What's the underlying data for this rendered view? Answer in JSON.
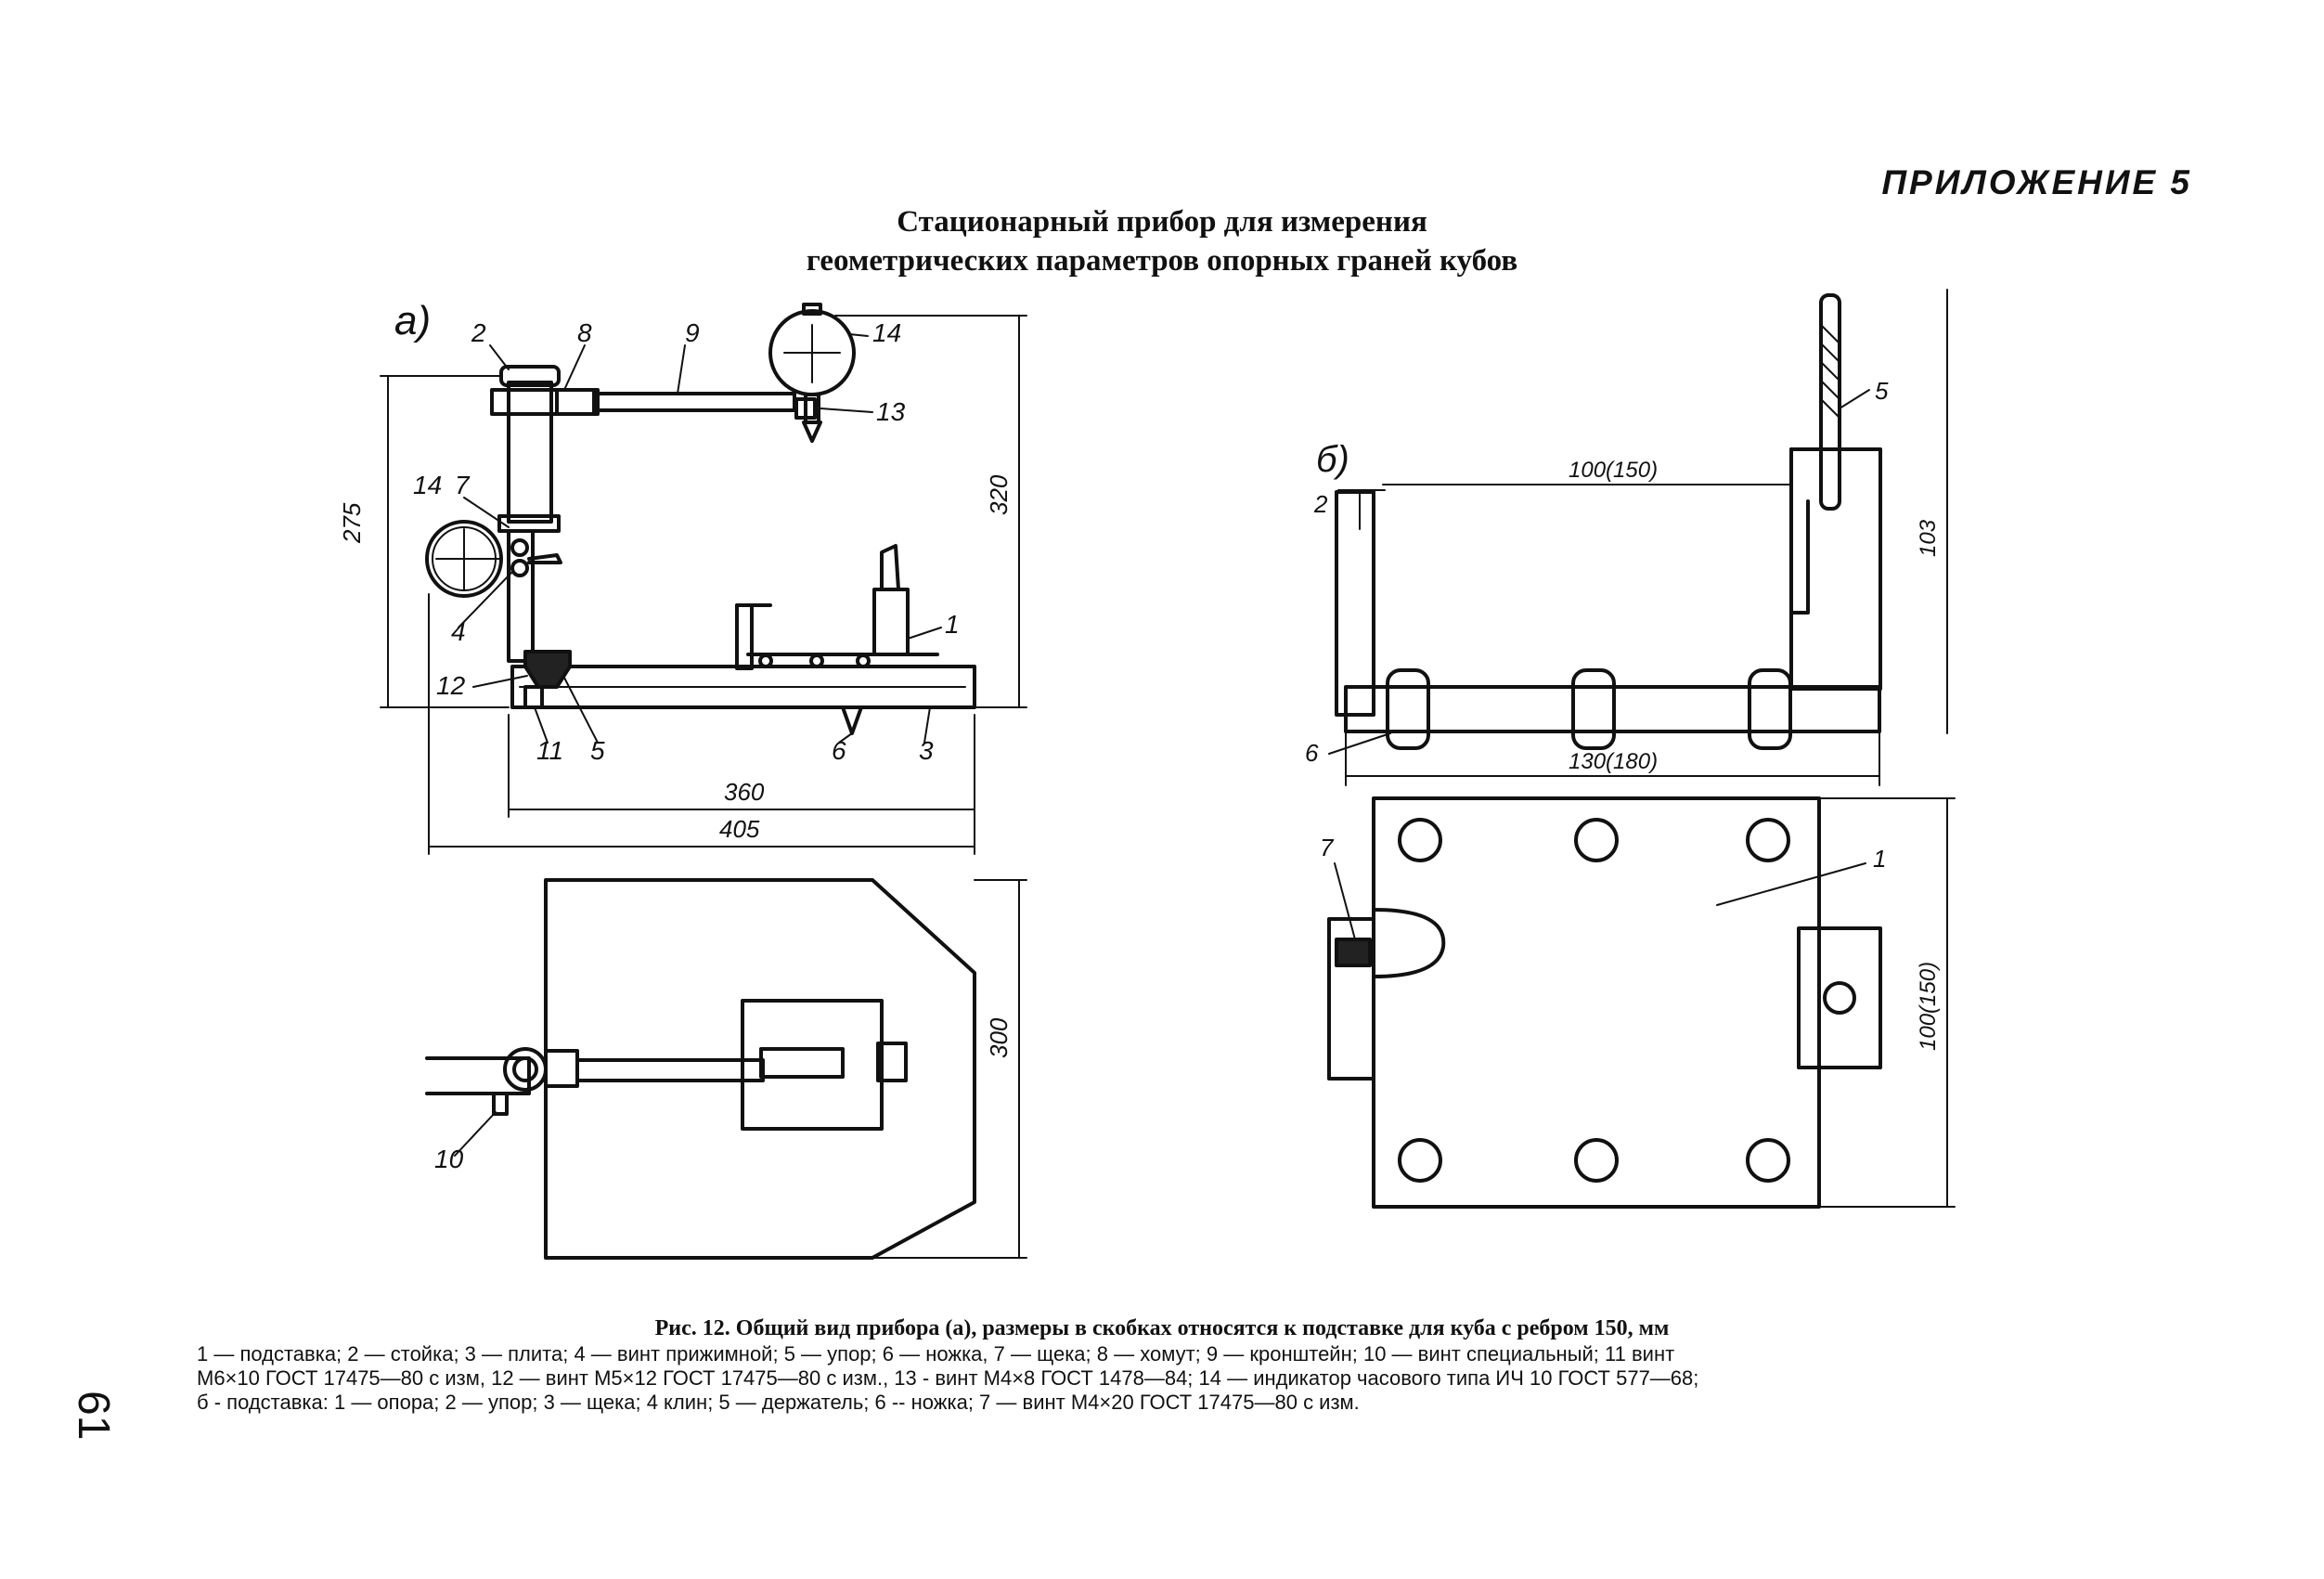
{
  "header": {
    "appendix": "ПРИЛОЖЕНИЕ 5",
    "title_line1": "Стационарный прибор для измерения",
    "title_line2": "геометрических параметров опорных граней кубов"
  },
  "view_a": {
    "label": "а)",
    "callouts": {
      "c1": "1",
      "c2": "2",
      "c3": "3",
      "c4": "4",
      "c5": "5",
      "c6": "6",
      "c7": "7",
      "c8": "8",
      "c9": "9",
      "c10": "10",
      "c11": "11",
      "c12": "12",
      "c13": "13",
      "c14a": "14",
      "c14b": "14"
    },
    "dimensions": {
      "d275": "275",
      "d320": "320",
      "d360": "360",
      "d405": "405",
      "d300": "300"
    }
  },
  "view_b": {
    "label": "б)",
    "callouts": {
      "c1": "1",
      "c2": "2",
      "c5": "5",
      "c6": "6",
      "c7": "7"
    },
    "dimensions": {
      "d100": "100(150)",
      "d103": "103",
      "d130": "130(180)",
      "d100v": "100(150)"
    }
  },
  "caption": {
    "heading": "Рис. 12. Общий вид прибора (а), размеры в скобках относятся к подставке для куба с ребром 150, мм",
    "line1": "1 — подставка; 2 — стойка; 3 — плита; 4 — винт прижимной; 5 — упор; 6 — ножка, 7 — щека; 8 — хомут; 9 — кронштейн; 10 — винт специальный; 11 винт",
    "line2": "М6×10 ГОСТ 17475—80 с изм, 12 — винт М5×12 ГОСТ 17475—80 с изм., 13 - винт М4×8 ГОСТ 1478—84; 14 — индикатор часового типа ИЧ 10 ГОСТ 577—68;",
    "line3": "б - подставка: 1 — опора; 2 — упор; 3 — щека; 4 клин; 5 — держатель; 6 -- ножка; 7 — винт М4×20 ГОСТ 17475—80 с изм."
  },
  "page_number": "61"
}
